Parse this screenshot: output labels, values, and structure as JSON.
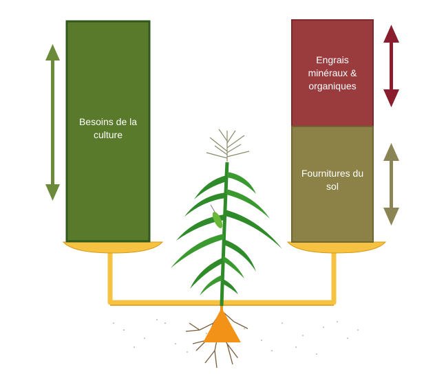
{
  "diagram": {
    "crop_needs": {
      "label": "Besoins de la culture",
      "fill": "#587a2a",
      "border": "#2f5a1c",
      "arrow_color": "#6b8a3a"
    },
    "fertilizer": {
      "label": "Engrais minéraux & organiques",
      "fill": "#9a3b3e",
      "border": "#7a2a2c",
      "arrow_color": "#8b1e2e"
    },
    "soil_supply": {
      "label": "Fournitures du sol",
      "fill": "#8c8146",
      "border": "#6e6530",
      "arrow_color": "#8b8556"
    },
    "scale": {
      "beam_color": "#f5c242",
      "beam_shadow": "#d89a1a",
      "fulcrum_color": "#f29318"
    },
    "plant": {
      "leaf_color": "#2f8a2a",
      "leaf_light": "#6ab83a",
      "tassel_color": "#8a8a6a",
      "root_color": "#7a5a3a"
    }
  }
}
